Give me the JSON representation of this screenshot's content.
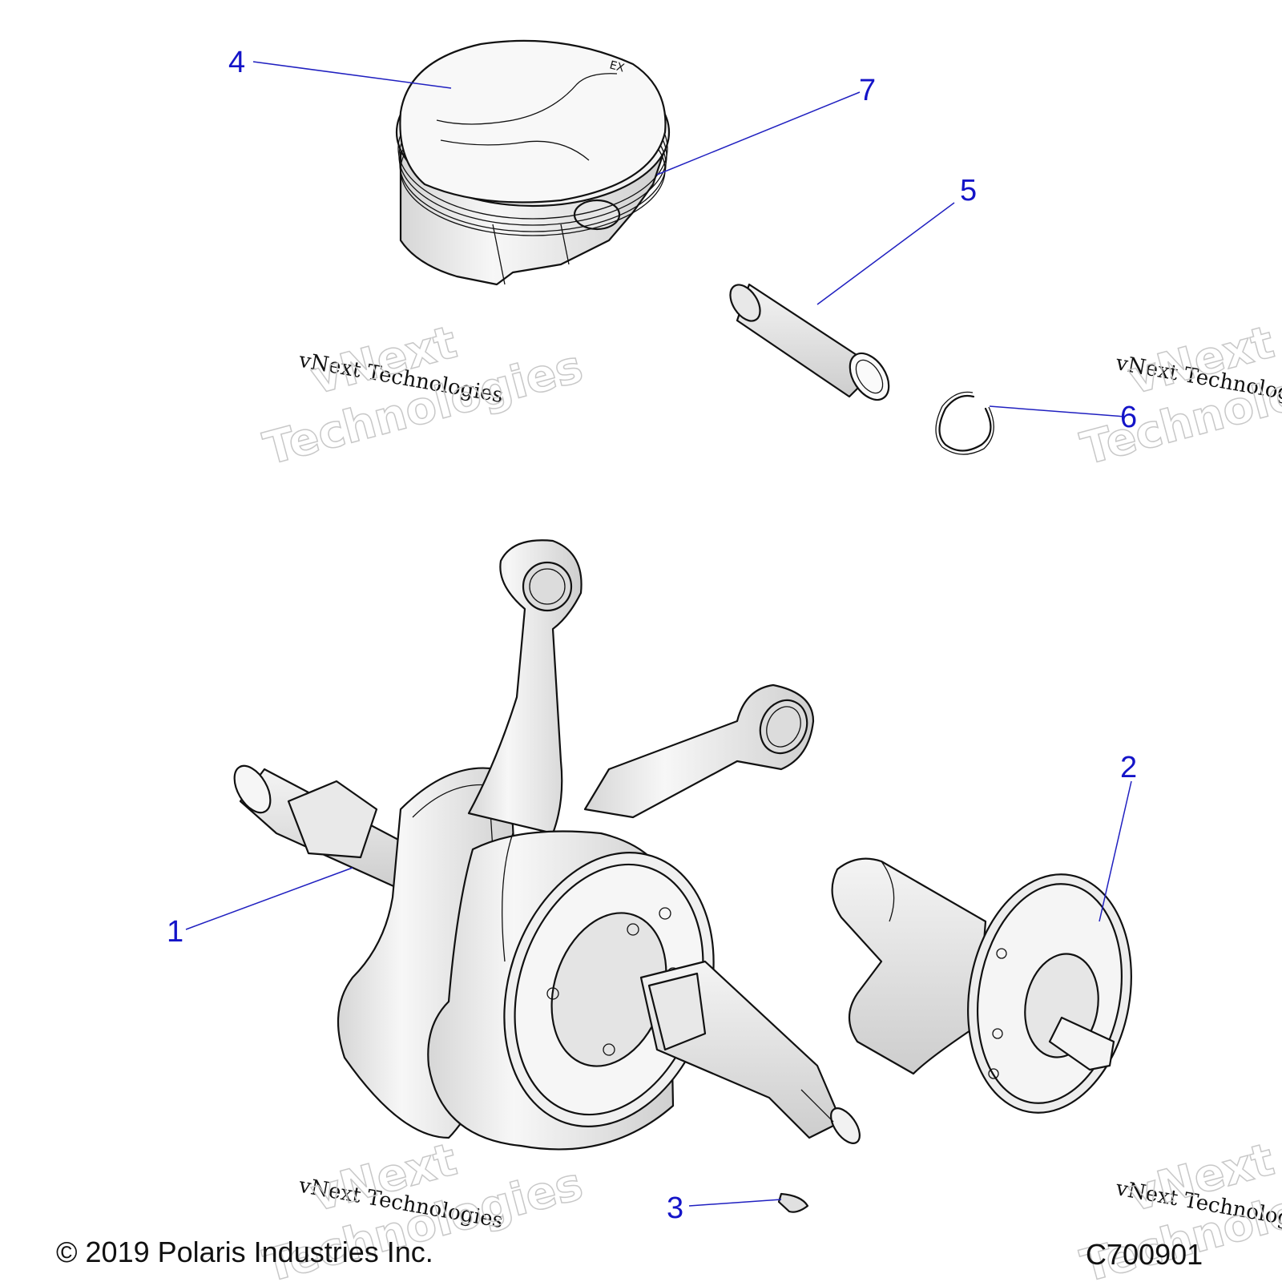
{
  "callouts": [
    {
      "id": "1",
      "label": "1"
    },
    {
      "id": "2",
      "label": "2"
    },
    {
      "id": "3",
      "label": "3"
    },
    {
      "id": "4",
      "label": "4"
    },
    {
      "id": "5",
      "label": "5"
    },
    {
      "id": "6",
      "label": "6"
    },
    {
      "id": "7",
      "label": "7"
    }
  ],
  "piston_marking": "EX",
  "watermark": {
    "line_text": "vNext Technologies",
    "big_line1": "vNext",
    "big_line2": "Technologies"
  },
  "footer": {
    "copyright": "© 2019 Polaris Industries Inc.",
    "diagram_code": "C700901"
  },
  "colors": {
    "callout": "#1414c8",
    "part_fill": "#f2f2f2",
    "part_shade": "#d4d4d4"
  }
}
